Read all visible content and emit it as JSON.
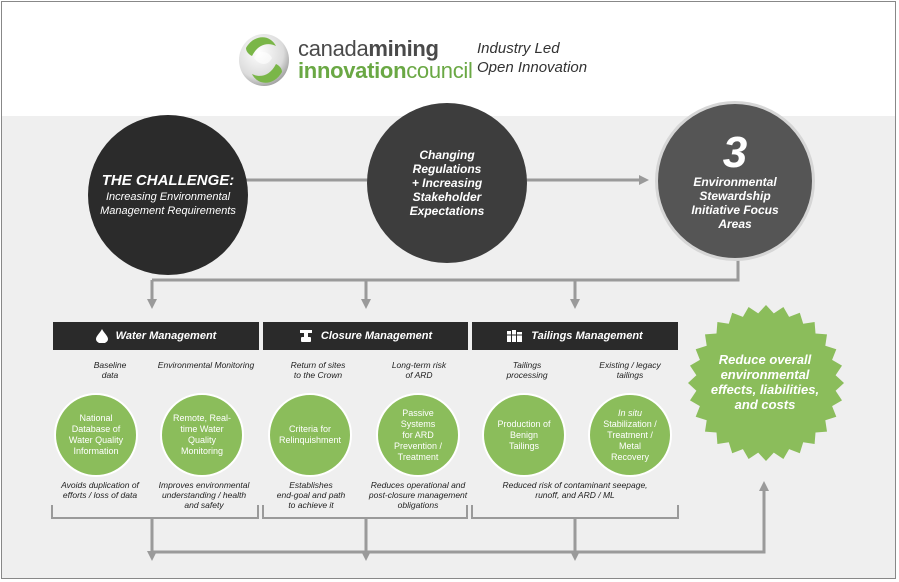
{
  "logo": {
    "line1_regular": "canada",
    "line1_bold": "mining",
    "line2_bold": "innovation",
    "line2_regular": "council",
    "tagline_line1": "Industry Led",
    "tagline_line2": "Open Innovation"
  },
  "challenge": {
    "title": "THE CHALLENGE:",
    "line1": "Increasing Environmental",
    "line2": "Management Requirements"
  },
  "changing": {
    "line1": "Changing",
    "line2": "Regulations",
    "line3": "+ Increasing",
    "line4": "Stakeholder",
    "line5": "Expectations"
  },
  "focus": {
    "number": "3",
    "line1": "Environmental",
    "line2": "Stewardship",
    "line3": "Initiative Focus",
    "line4": "Areas"
  },
  "sections": {
    "water": "Water Management",
    "closure": "Closure Management",
    "tailings": "Tailings Management"
  },
  "labels": {
    "baseline": [
      "Baseline",
      "data"
    ],
    "env_monitoring": [
      "Environmental Monitoring"
    ],
    "return_sites": [
      "Return of sites",
      "to the Crown"
    ],
    "long_term": [
      "Long-term risk",
      "of ARD"
    ],
    "tailings_processing": [
      "Tailings",
      "processing"
    ],
    "existing_legacy": [
      "Existing / legacy",
      "tailings"
    ]
  },
  "solutions": {
    "database": [
      "National",
      "Database of",
      "Water Quality",
      "Information"
    ],
    "remote": [
      "Remote, Real-",
      "time Water",
      "Quality",
      "Monitoring"
    ],
    "criteria": [
      "Criteria for",
      "Relinquishment"
    ],
    "passive": [
      "Passive Systems",
      "for ARD",
      "Prevention /",
      "Treatment"
    ],
    "benign": [
      "Production of",
      "Benign",
      "Tailings"
    ],
    "insitu": [
      "In situ",
      "Stabilization /",
      "Treatment / Metal",
      "Recovery"
    ]
  },
  "outcomes": {
    "avoid": [
      "Avoids duplication of",
      "efforts / loss of data"
    ],
    "improves": [
      "Improves environmental",
      "understanding / health",
      "and safety"
    ],
    "establishes": [
      "Establishes",
      "end-goal and path",
      "to achieve it"
    ],
    "reduces_op": [
      "Reduces operational and",
      "post-closure management",
      "obligations"
    ],
    "reduced_risk": [
      "Reduced risk of contaminant seepage,",
      "runoff, and ARD / ML"
    ]
  },
  "result": [
    "Reduce overall",
    "environmental",
    "effects, liabilities,",
    "and costs"
  ],
  "icons": [
    "water-drop-icon",
    "valve-icon",
    "books-icon"
  ],
  "colors": {
    "green": "#8bbd5b",
    "dark": "#2b2b2b",
    "gray": "#555555",
    "arrow": "#9a9a9a",
    "logo_green": "#6aa844"
  }
}
